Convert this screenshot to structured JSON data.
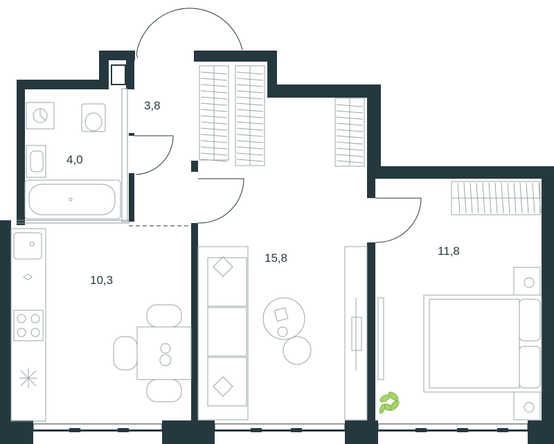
{
  "plan": {
    "rooms": [
      {
        "id": "hallway",
        "area": "3,8"
      },
      {
        "id": "bathroom",
        "area": "4,0"
      },
      {
        "id": "kitchen",
        "area": "10,3"
      },
      {
        "id": "living-room",
        "area": "15,8"
      },
      {
        "id": "bedroom",
        "area": "11,8"
      }
    ]
  }
}
